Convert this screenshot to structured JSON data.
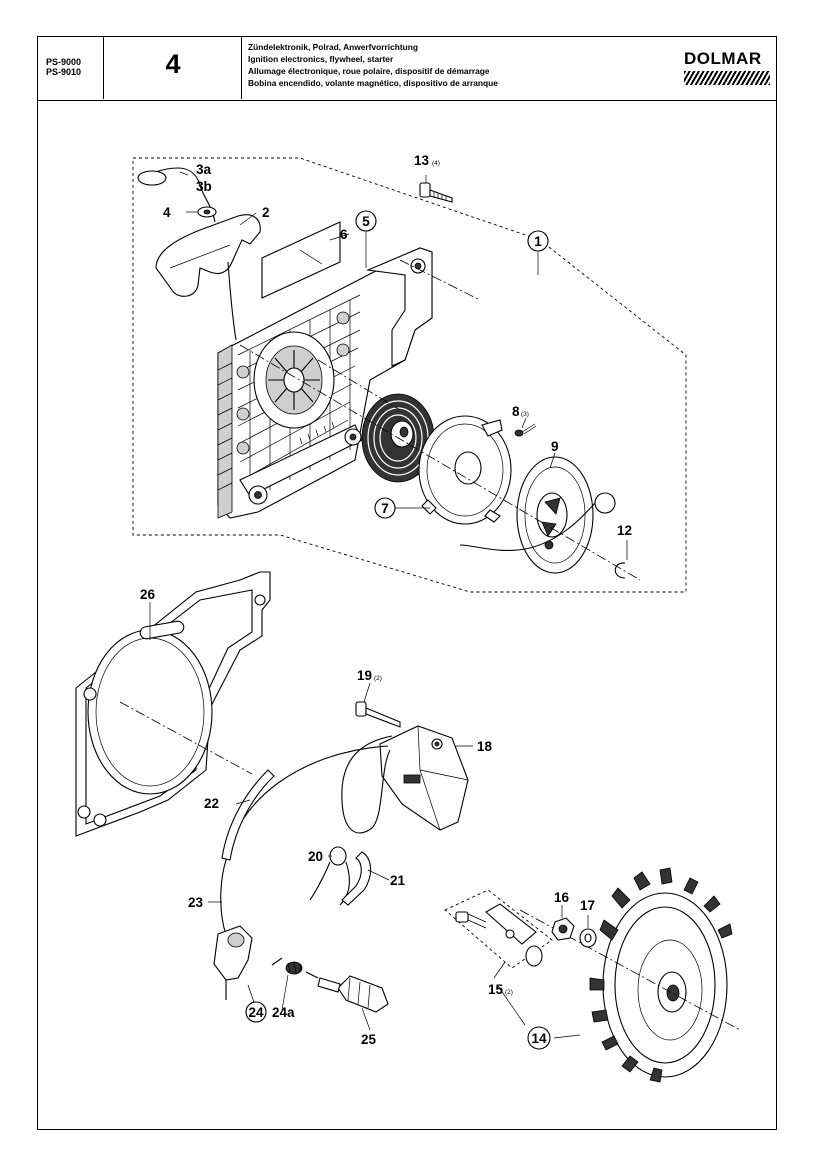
{
  "header": {
    "models": [
      "PS-9000",
      "PS-9010"
    ],
    "page_number": "4",
    "titles": [
      "Zündelektronik, Polrad, Anwerfvorrichtung",
      "Ignition electronics, flywheel, starter",
      "Allumage électronique, roue polaire, dispositif de démarrage",
      "Bobina encendido, volante magnético, dispositivo de arranque"
    ],
    "brand": "DOLMAR"
  },
  "callouts": {
    "c1": "1",
    "c2": "2",
    "c3a": "3a",
    "c3b": "3b",
    "c4": "4",
    "c5": "5",
    "c6": "6",
    "c7": "7",
    "c8": "8",
    "c8q": "(3)",
    "c9": "9",
    "c12": "12",
    "c13": "13",
    "c13q": "(4)",
    "c14": "14",
    "c15": "15",
    "c15q": "(2)",
    "c16": "16",
    "c17": "17",
    "c18": "18",
    "c19": "19",
    "c19q": "(2)",
    "c20": "20",
    "c21": "21",
    "c22": "22",
    "c23": "23",
    "c24": "24",
    "c24a": "24a",
    "c25": "25",
    "c26": "26"
  }
}
